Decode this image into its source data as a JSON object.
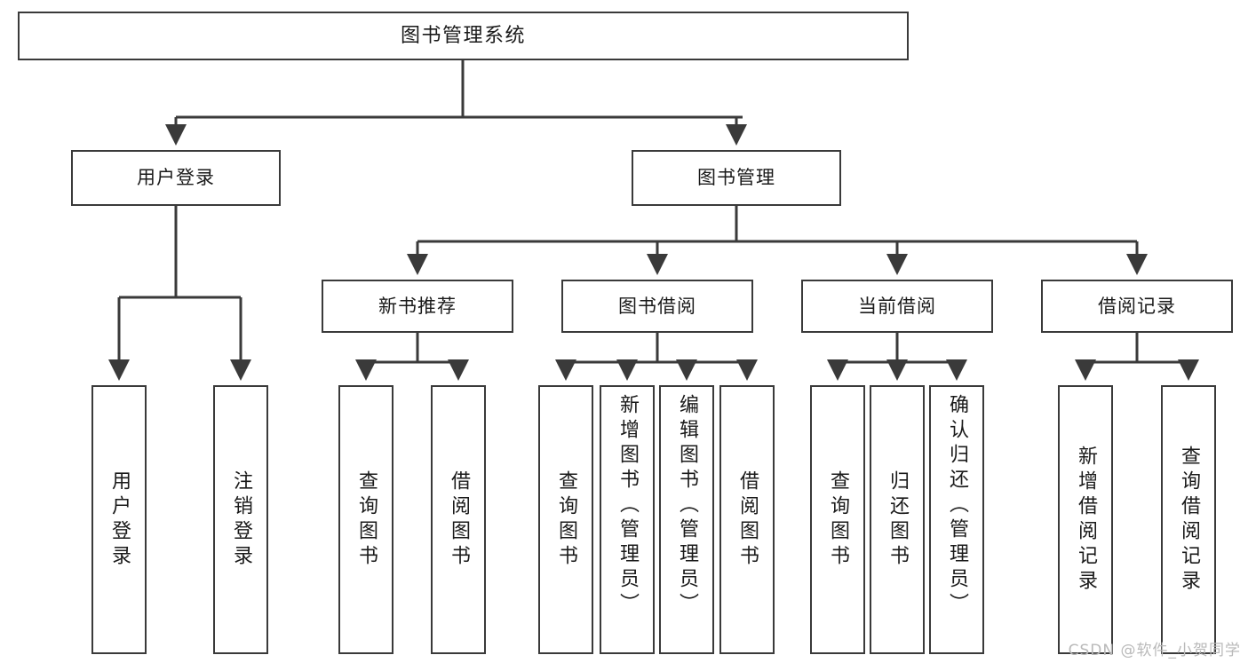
{
  "diagram": {
    "title": "图书管理系统",
    "type": "tree",
    "orientation": "top-down",
    "stroke_color": "#3a3a3a",
    "fill_color": "#ffffff",
    "text_color": "#1a1a1a"
  },
  "nodes": {
    "root": {
      "label": "图书管理系统"
    },
    "level2": [
      {
        "id": "user-login",
        "label": "用户登录"
      },
      {
        "id": "book-manage",
        "label": "图书管理"
      }
    ],
    "level3": [
      {
        "id": "new-book-recommend",
        "label": "新书推荐"
      },
      {
        "id": "book-borrow",
        "label": "图书借阅"
      },
      {
        "id": "current-borrow",
        "label": "当前借阅"
      },
      {
        "id": "borrow-record",
        "label": "借阅记录"
      }
    ],
    "leaves": {
      "user-login": [
        {
          "id": "leaf-user-login",
          "label": "用户登录"
        },
        {
          "id": "leaf-user-logout",
          "label": "注销登录"
        }
      ],
      "new-book-recommend": [
        {
          "id": "leaf-query-book-1",
          "label": "查询图书"
        },
        {
          "id": "leaf-borrow-book-1",
          "label": "借阅图书"
        }
      ],
      "book-borrow": [
        {
          "id": "leaf-query-book-2",
          "label": "查询图书"
        },
        {
          "id": "leaf-add-book",
          "label": "新增图书（管理员）"
        },
        {
          "id": "leaf-edit-book",
          "label": "编辑图书（管理员）"
        },
        {
          "id": "leaf-borrow-book-2",
          "label": "借阅图书"
        }
      ],
      "current-borrow": [
        {
          "id": "leaf-query-book-3",
          "label": "查询图书"
        },
        {
          "id": "leaf-return-book",
          "label": "归还图书"
        },
        {
          "id": "leaf-confirm-return",
          "label": "确认归还（管理员）"
        }
      ],
      "borrow-record": [
        {
          "id": "leaf-add-record",
          "label": "新增借阅记录"
        },
        {
          "id": "leaf-query-record",
          "label": "查询借阅记录"
        }
      ]
    }
  },
  "watermark": {
    "text": "CSDN @软件_小贺同学"
  }
}
